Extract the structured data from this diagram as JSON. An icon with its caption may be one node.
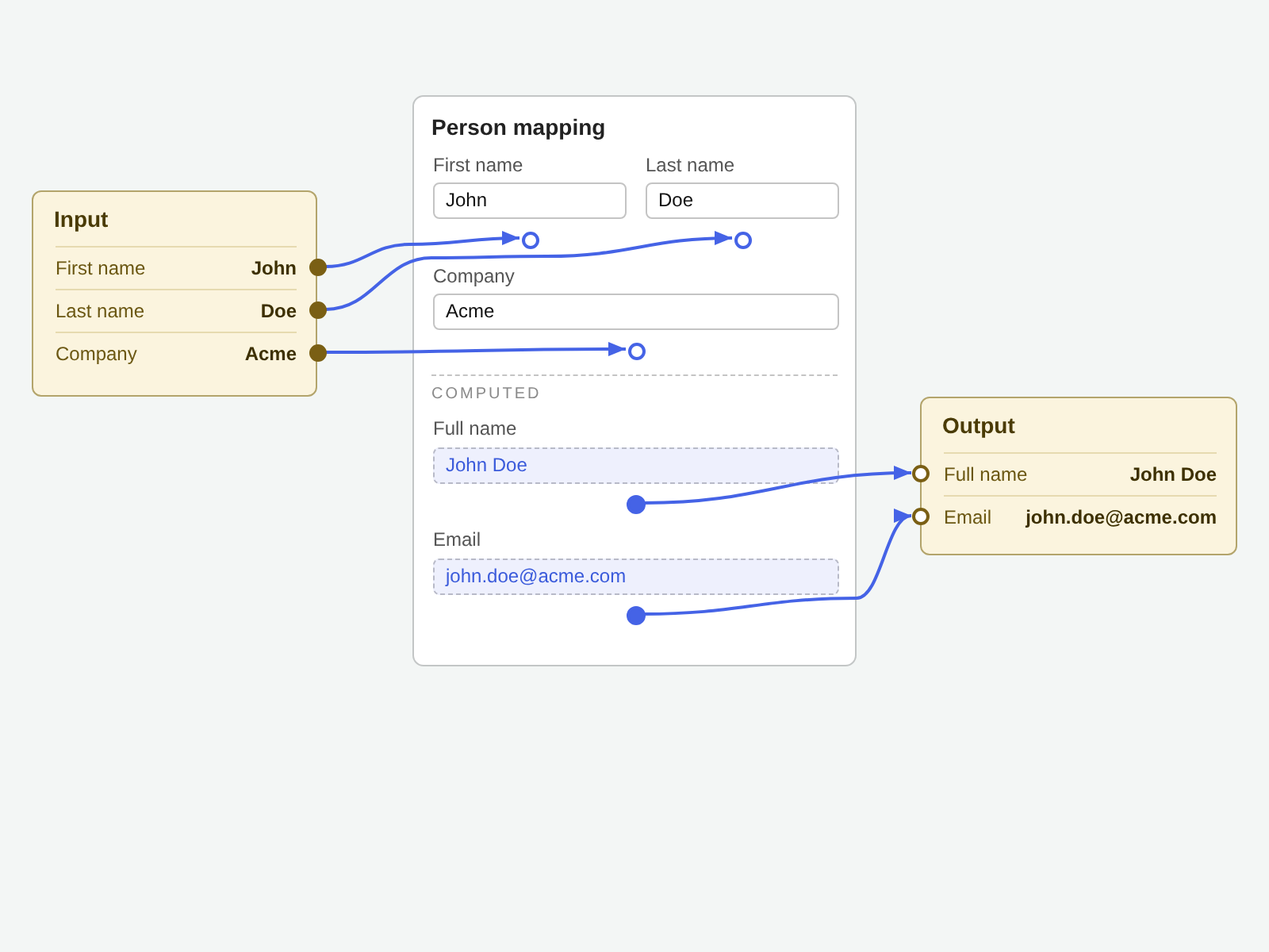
{
  "diagram": {
    "nodes": [
      {
        "text": [
          "Input"
        ]
      },
      {
        "text": [
          "First name",
          "John"
        ],
        "in": 0
      },
      {
        "text": [],
        "shape": "circle"
      },
      {
        "text": [
          "Last name",
          "Doe"
        ],
        "in": 0
      },
      {
        "text": [],
        "shape": "circle"
      },
      {
        "text": [
          "Company",
          "Acme"
        ],
        "in": 0
      },
      {
        "text": [],
        "shape": "circle"
      },
      {
        "text": [
          "Person mapping"
        ]
      },
      {
        "text": [
          "First name",
          "John"
        ],
        "in": 7
      },
      {
        "text": [],
        "shape": "circle",
        "in": 7
      },
      {
        "text": [
          "Last name",
          "Doe"
        ],
        "in": 7
      },
      {
        "text": [],
        "shape": "circle",
        "in": 7
      },
      {
        "text": [
          "Company",
          "Acme"
        ],
        "in": 7
      },
      {
        "text": [],
        "shape": "circle",
        "in": 7
      },
      {
        "text": [
          "Full name",
          "John Doe"
        ],
        "in": 7
      },
      {
        "text": [],
        "shape": "circle",
        "in": 7
      },
      {
        "text": [
          "Email",
          "john.doe@acme.com"
        ],
        "in": 7
      },
      {
        "text": [],
        "shape": "circle",
        "in": 7
      },
      {
        "text": [
          "Output"
        ]
      },
      {
        "text": [],
        "shape": "circle"
      },
      {
        "text": [
          "Full name",
          "John Doe"
        ],
        "in": 18
      },
      {
        "text": [],
        "shape": "circle"
      },
      {
        "text": [
          "Email",
          "john.doe@acme.com"
        ],
        "in": 18
      }
    ],
    "edges": [
      {
        "from": 2,
        "to": 9,
        "arrow": "to"
      },
      {
        "from": 4,
        "to": 11,
        "arrow": "to"
      },
      {
        "from": 6,
        "to": 13,
        "arrow": "to"
      },
      {
        "from": 15,
        "to": 19,
        "arrow": "to"
      },
      {
        "from": 17,
        "to": 21,
        "arrow": "to"
      }
    ],
    "labels": [
      "COMPUTED"
    ]
  }
}
